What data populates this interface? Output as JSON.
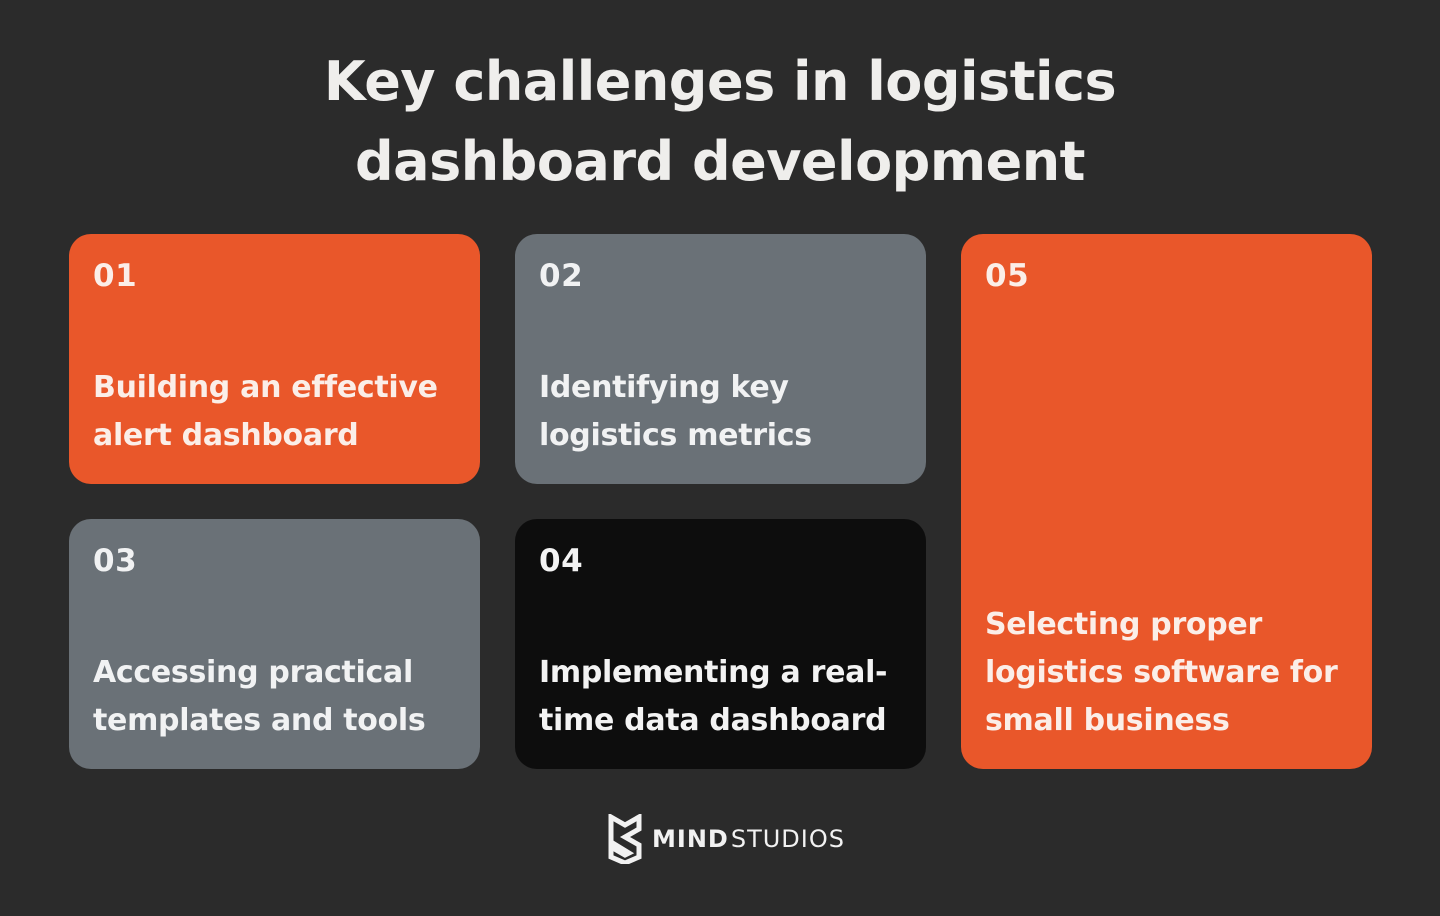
{
  "title": {
    "line1": "Key challenges in logistics",
    "line2": "dashboard development"
  },
  "cards": [
    {
      "number": "01",
      "label": "Building an effective alert dashboard",
      "color": "#e9572a"
    },
    {
      "number": "02",
      "label": "Identifying key logistics metrics",
      "color": "#6a7177"
    },
    {
      "number": "03",
      "label": "Accessing practical templates and tools",
      "color": "#6a7177"
    },
    {
      "number": "04",
      "label": "Implementing a real-time data dashboard",
      "color": "#0d0d0d"
    },
    {
      "number": "05",
      "label": "Selecting proper logistics software for small business",
      "color": "#e9572a"
    }
  ],
  "brand": {
    "icon": "mindstudios-logo-icon",
    "name_bold": "MIND",
    "name_regular": "STUDIOS"
  },
  "colors": {
    "background": "#2b2b2b",
    "accent": "#e9572a",
    "gray": "#6a7177",
    "dark": "#0d0d0d"
  }
}
